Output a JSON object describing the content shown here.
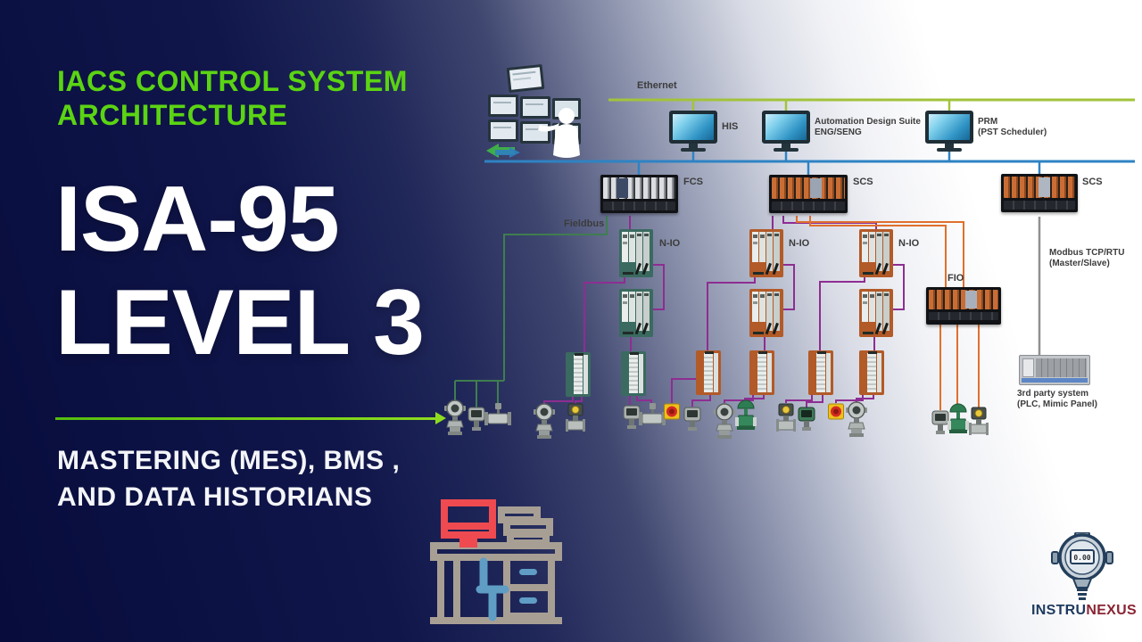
{
  "hero": {
    "kicker_line1": "IACS CONTROL SYSTEM",
    "kicker_line2": "ARCHITECTURE",
    "title_line1": "ISA-95",
    "title_line2": "LEVEL 3",
    "subtitle_line1": "MASTERING (MES), BMS ,",
    "subtitle_line2": "AND DATA HISTORIANS"
  },
  "diagram": {
    "networks": {
      "ethernet_label": "Ethernet",
      "fieldbus_label": "Fieldbus",
      "modbus_label_line1": "Modbus TCP/RTU",
      "modbus_label_line2": "(Master/Slave)"
    },
    "workstations": [
      {
        "label": "HIS"
      },
      {
        "label": "Automation Design Suite",
        "sublabel": "ENG/SENG"
      },
      {
        "label": "PRM",
        "sublabel": "(PST Scheduler)"
      }
    ],
    "controllers": [
      {
        "label": "FCS"
      },
      {
        "label": "SCS"
      },
      {
        "label": "SCS"
      }
    ],
    "io_nodes": {
      "nio_label_1": "N-IO",
      "nio_label_2": "N-IO",
      "nio_label_3": "N-IO",
      "fio_label": "FIO"
    },
    "third_party": {
      "label_line1": "3rd party system",
      "label_line2": "(PLC, Mimic Panel)"
    }
  },
  "brand": {
    "name_part1": "INSTRU",
    "name_part2": "NEXUS",
    "transmitter_display_value": "0.00"
  },
  "colors": {
    "accent_green": "#5bd413",
    "ethernet_green": "#a2c33b",
    "control_bus_blue": "#2e83c4",
    "io_purple": "#8e2d92",
    "io_orange": "#e0702d",
    "fieldbus_green": "#3f7d4f",
    "modbus_gray": "#909090",
    "background_navy": "#0d1347",
    "logo_navy": "#1d3a5e",
    "logo_maroon": "#8a2433",
    "desk_red": "#ee4a50",
    "desk_gray": "#a89f94",
    "desk_blue": "#5f9dc5"
  },
  "icons": {
    "operator_console": "multi-monitor-operator-console-icon",
    "workstation_monitor": "desktop-monitor-icon",
    "desk_illustration": "desk-workstation-icon",
    "brand_logo": "pressure-transmitter-icon",
    "emergency_stop": "emergency-stop-icon",
    "field_device_types": [
      "pressure-transmitter-icon",
      "transmitter-icon",
      "control-valve-icon",
      "flow-meter-icon",
      "magnetic-flowmeter-icon"
    ]
  }
}
